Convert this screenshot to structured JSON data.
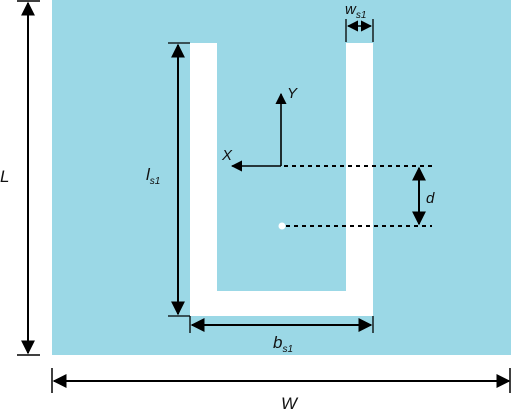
{
  "labels": {
    "width": "W",
    "length": "L",
    "slot_length": {
      "main": "l",
      "sub": "s1"
    },
    "slot_width": {
      "main": "w",
      "sub": "s1"
    },
    "slot_spacing": {
      "main": "b",
      "sub": "s1"
    },
    "offset": "d",
    "axis_x": "X",
    "axis_y": "Y"
  },
  "colors": {
    "substrate": "#9bd8e6",
    "slot": "#ffffff",
    "line": "#000000",
    "background": "#ffffff"
  }
}
